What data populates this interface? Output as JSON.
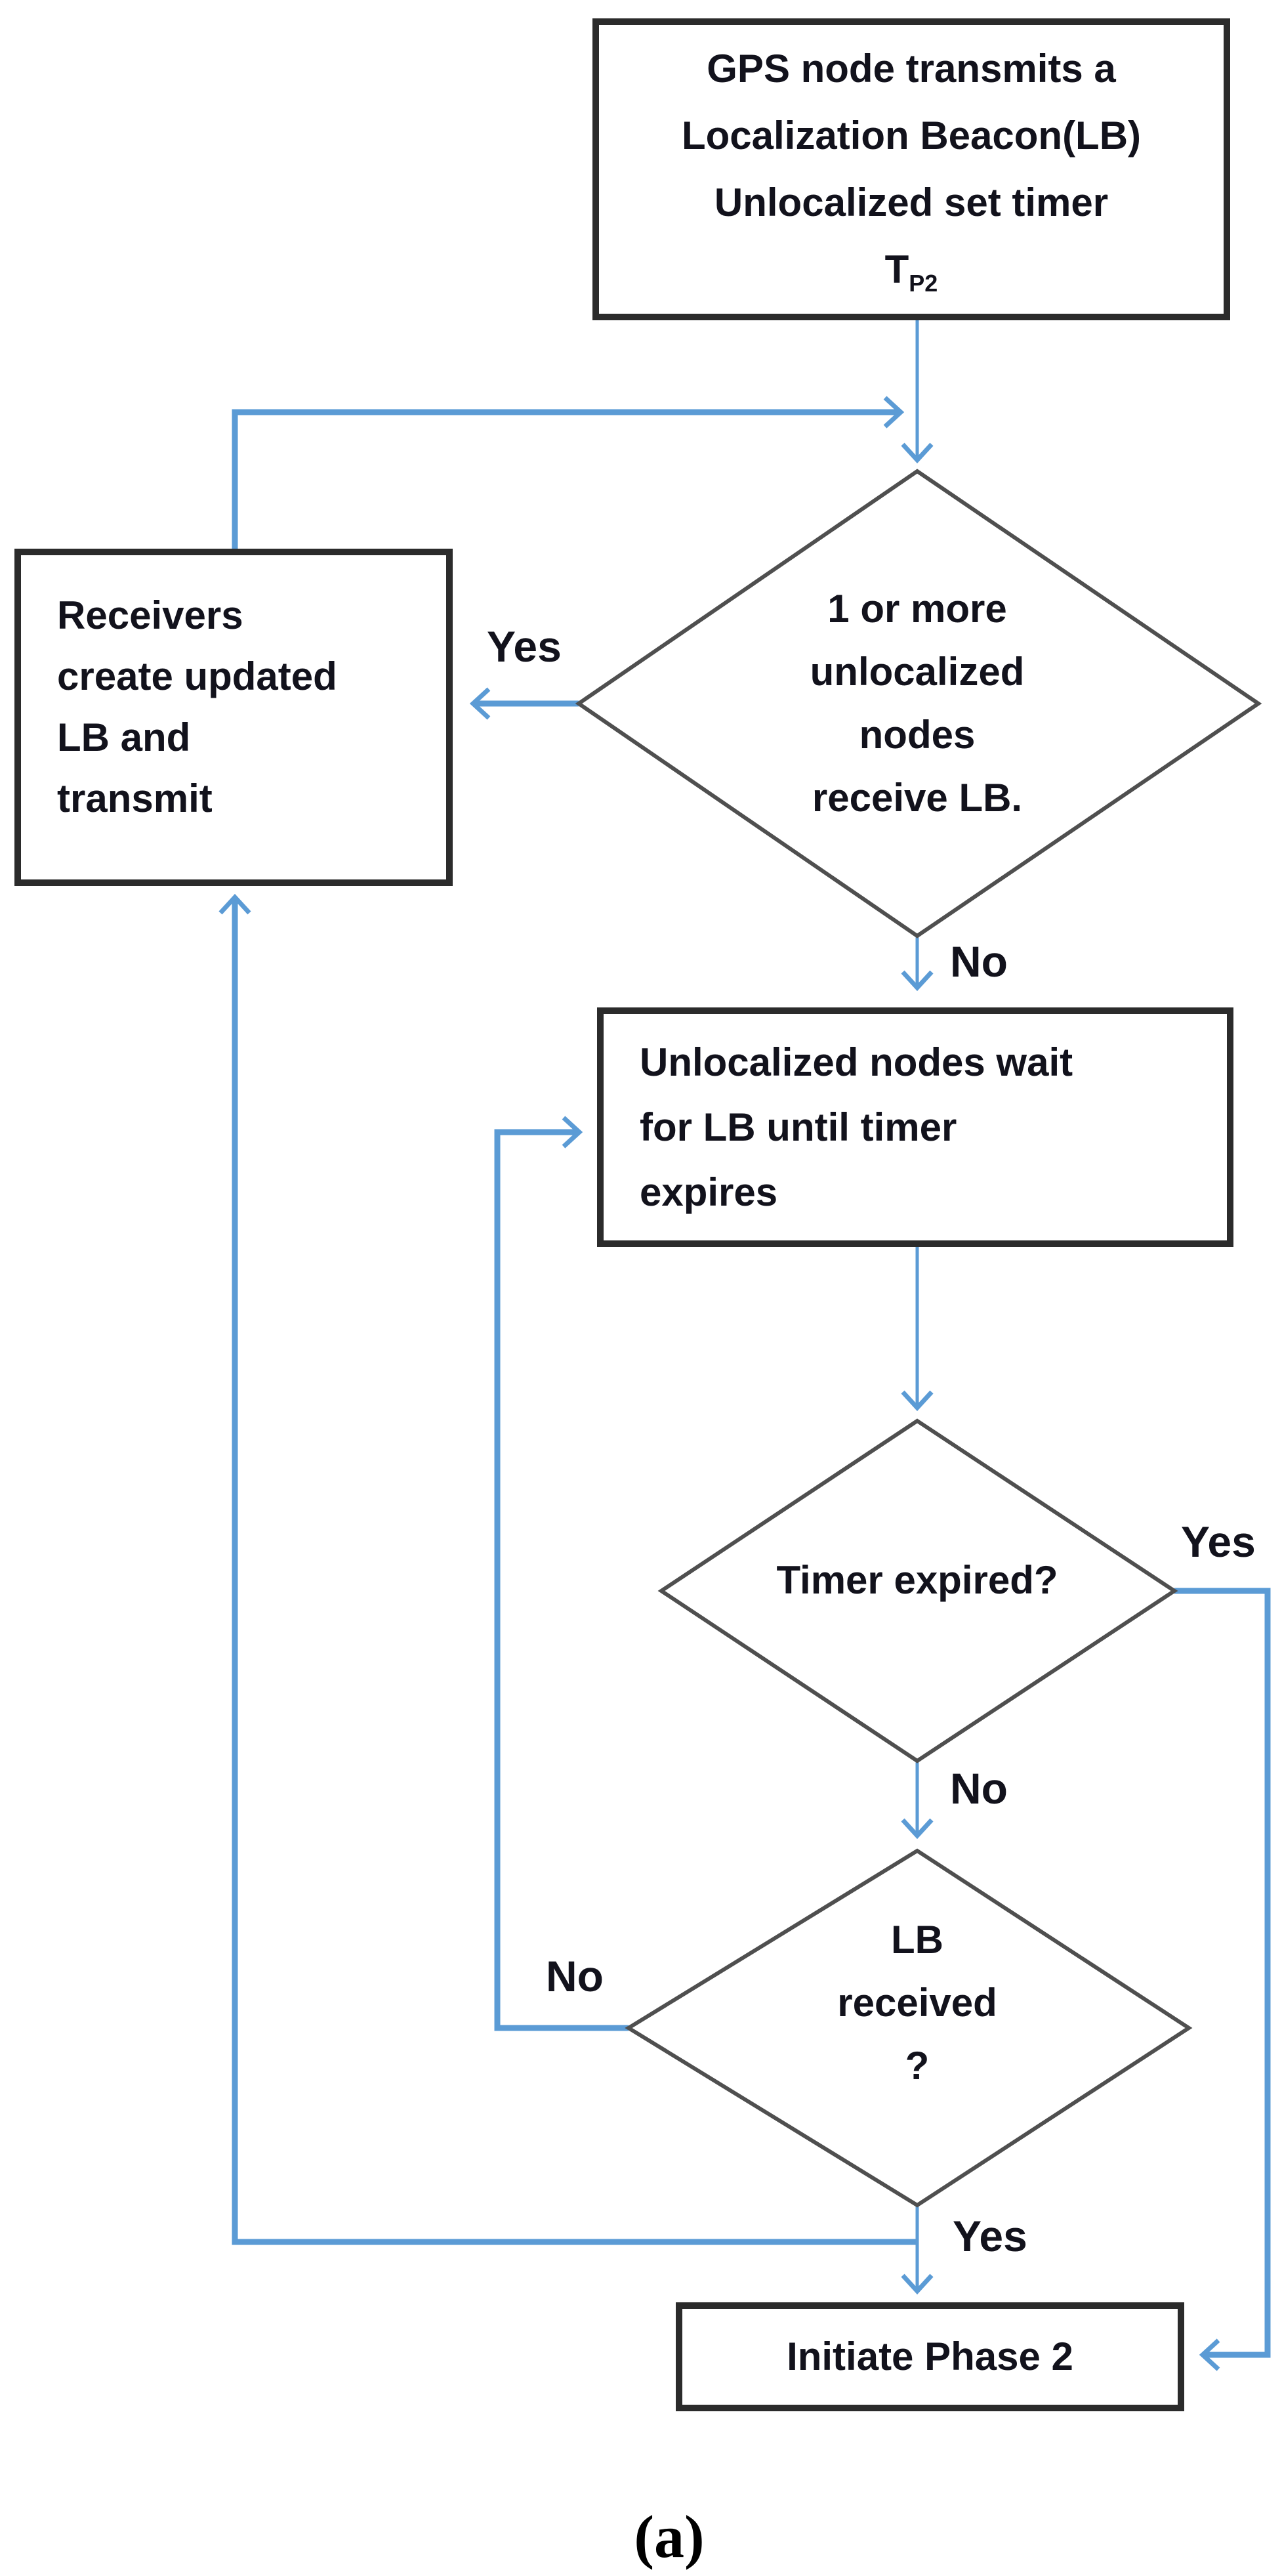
{
  "figure": {
    "caption": "(a)",
    "colors": {
      "arrow": "#5b9bd5",
      "box_border": "#2b2b2b",
      "diamond_border": "#4f4f4f",
      "text": "#12121c"
    }
  },
  "nodes": {
    "gps_transmit": {
      "type": "process",
      "lines": [
        "GPS node transmits a",
        "Localization Beacon(LB)",
        "Unlocalized set timer"
      ],
      "timer_symbol": {
        "base": "T",
        "sub": "P2"
      }
    },
    "receive_check": {
      "type": "decision",
      "lines": [
        "1 or more",
        "unlocalized",
        "nodes",
        "receive LB."
      ]
    },
    "receivers_update": {
      "type": "process",
      "lines": [
        "Receivers",
        "create updated",
        "LB and",
        "transmit"
      ]
    },
    "wait_lb": {
      "type": "process",
      "lines": [
        "Unlocalized nodes wait",
        "for LB until timer",
        "expires"
      ]
    },
    "timer_expired": {
      "type": "decision",
      "lines": [
        "Timer expired?"
      ]
    },
    "lb_received": {
      "type": "decision",
      "lines": [
        "LB",
        "received",
        "?"
      ]
    },
    "initiate_phase2": {
      "type": "process",
      "lines": [
        "Initiate Phase 2"
      ]
    }
  },
  "edges": {
    "receive_yes": {
      "label": "Yes"
    },
    "receive_no": {
      "label": "No"
    },
    "timer_yes": {
      "label": "Yes"
    },
    "timer_no": {
      "label": "No"
    },
    "lb_no": {
      "label": "No"
    },
    "lb_yes": {
      "label": "Yes"
    }
  }
}
